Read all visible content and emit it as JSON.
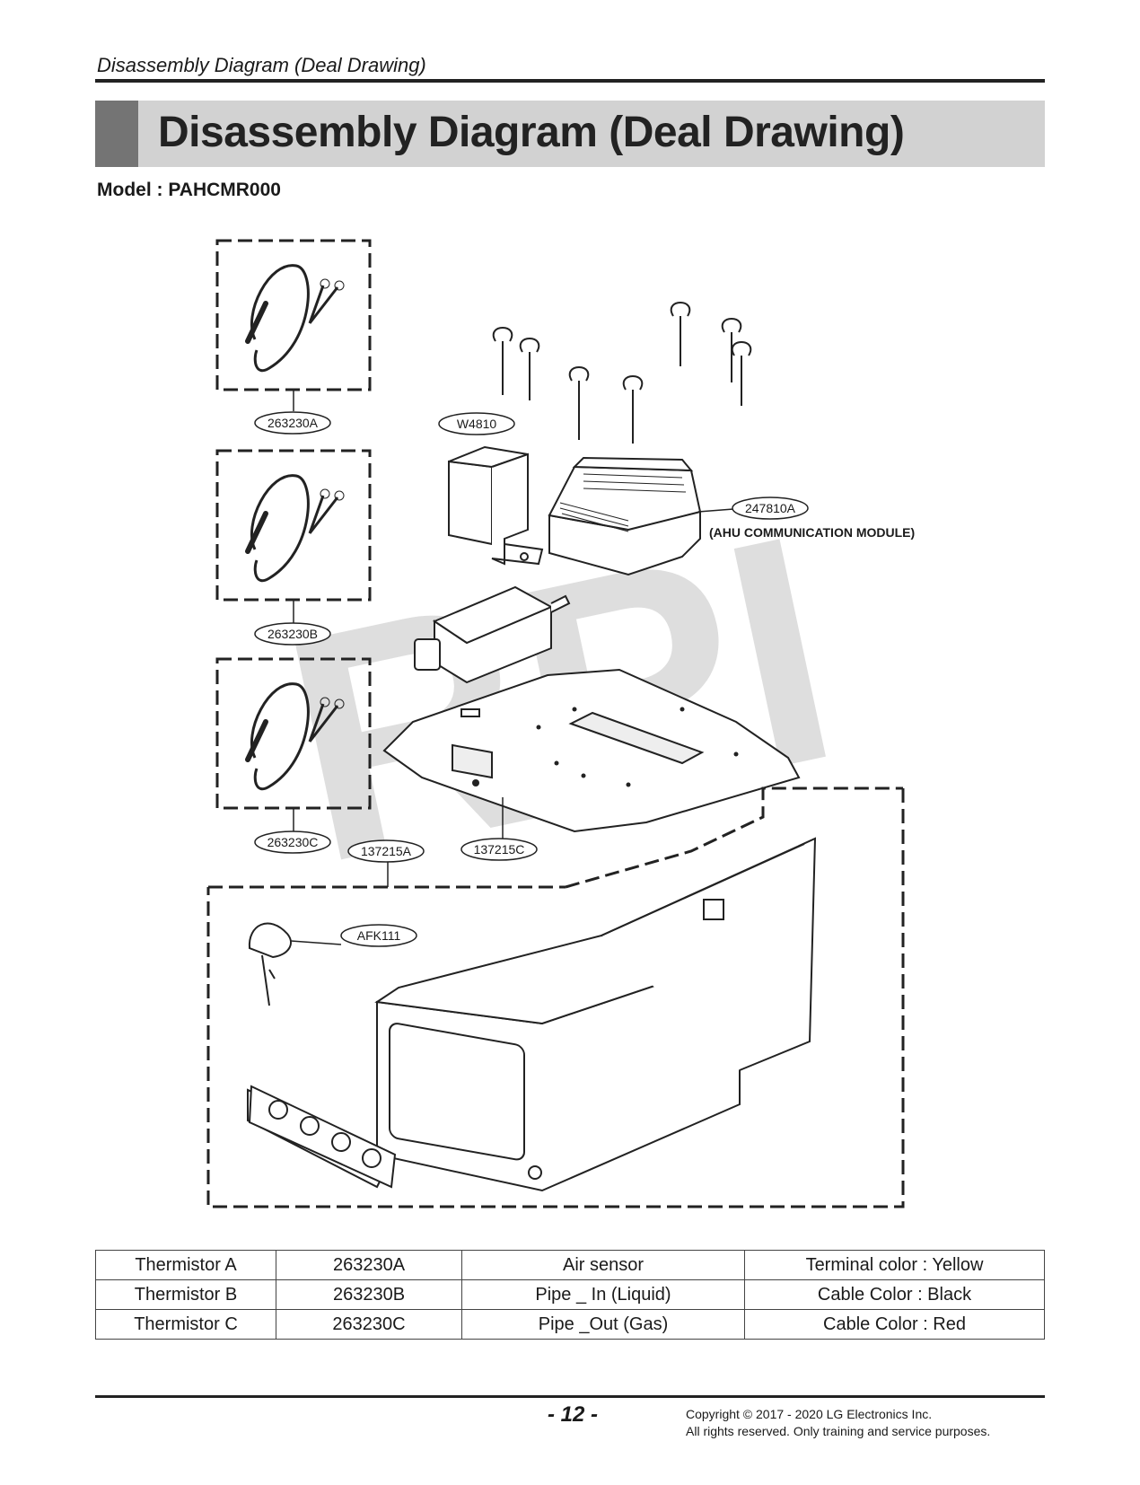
{
  "header": {
    "running_title": "Disassembly Diagram (Deal Drawing)",
    "section_title": "Disassembly Diagram (Deal Drawing)"
  },
  "model_label": "Model : PAHCMR000",
  "diagram": {
    "watermark": "RPI",
    "callouts": {
      "thermistor_a": "263230A",
      "thermistor_b": "263230B",
      "thermistor_c": "263230C",
      "bracket": "W4810",
      "module": "247810A",
      "module_name": "(AHU COMMUNICATION MODULE)",
      "plate": "137215C",
      "enclosure": "137215A",
      "key": "AFK111"
    }
  },
  "parts_table": {
    "rows": [
      [
        "Thermistor A",
        "263230A",
        "Air sensor",
        "Terminal color : Yellow"
      ],
      [
        "Thermistor B",
        "263230B",
        "Pipe _ In (Liquid)",
        "Cable Color : Black"
      ],
      [
        "Thermistor C",
        "263230C",
        "Pipe _Out (Gas)",
        "Cable Color : Red"
      ]
    ]
  },
  "footer": {
    "page_number": "- 12 -",
    "copyright_line1": "Copyright © 2017 - 2020 LG Electronics Inc.",
    "copyright_line2": "All rights reserved. Only training and service purposes."
  }
}
